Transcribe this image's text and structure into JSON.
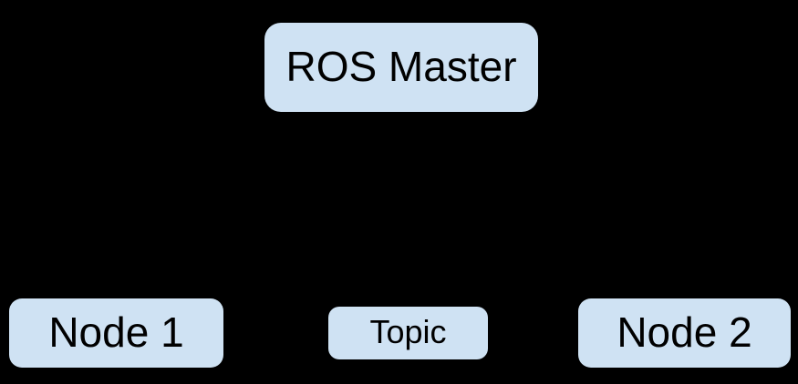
{
  "diagram": {
    "background_color": "#000000",
    "box_fill_color": "#cfe2f3",
    "box_text_color": "#000000",
    "boxes": {
      "ros_master": {
        "label": "ROS Master"
      },
      "node_1": {
        "label": "Node 1"
      },
      "topic": {
        "label": "Topic"
      },
      "node_2": {
        "label": "Node 2"
      }
    }
  }
}
